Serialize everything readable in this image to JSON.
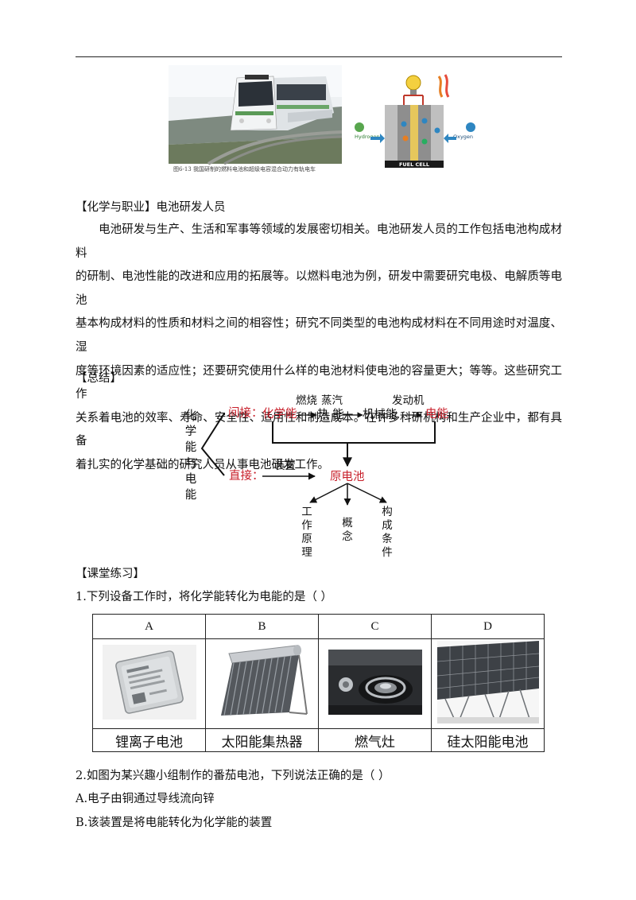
{
  "figure": {
    "caption": "图6-13  我国研制的燃料电池和超级电容混合动力有轨电车",
    "fuel_cell_label": "FUEL CELL",
    "hydrogen_label": "Hydrogen",
    "oxygen_label": "Oxygen"
  },
  "career": {
    "tag": "【化学与职业】",
    "title": "电池研发人员",
    "lines": [
      "电池研发与生产、生活和军事等领域的发展密切相关。电池研发人员的工作包括电池构成材料",
      "的研制、电池性能的改进和应用的拓展等。以燃料电池为例，研发中需要研究电极、电解质等电池",
      "基本构成材料的性质和材料之间的相容性；研究不同类型的电池构成材料在不同用途时对温度、湿",
      "度等环境因素的适应性；还要研究使用什么样的电池材料使电池的容量更大；等等。这些研究工作",
      "关系着电池的效率、寿命、安全性、适用性和制造成本。在许多科研机构和生产企业中，都有具备",
      "着扎实的化学基础的研究人员从事电池研发工作。"
    ]
  },
  "summary": {
    "heading": "【总结】",
    "root": [
      "化",
      "学",
      "能",
      "与",
      "电",
      "能"
    ],
    "indirect": "间接：",
    "direct": "直接：",
    "chem_energy": "化学能",
    "heat_energy": "热 能",
    "mech_energy": "机械能",
    "elec_energy": "电能",
    "burn": "燃烧",
    "steam": "蒸汽",
    "generator": "发动机",
    "device": "装置",
    "primary_cell": "原电池",
    "branches": [
      [
        "工",
        "作",
        "原",
        "理"
      ],
      [
        "概",
        "念"
      ],
      [
        "构",
        "成",
        "条",
        "件"
      ]
    ]
  },
  "practice": {
    "heading": "【课堂练习】",
    "q1": "1.下列设备工作时，将化学能转化为电能的是（        ）",
    "options": [
      {
        "letter": "A",
        "label": "锂离子电池"
      },
      {
        "letter": "B",
        "label": "太阳能集热器"
      },
      {
        "letter": "C",
        "label": "燃气灶"
      },
      {
        "letter": "D",
        "label": "硅太阳能电池"
      }
    ],
    "q2": "2.如图为某兴趣小组制作的番茄电池，下列说法正确的是（        ）",
    "q2_a": "A.电子由铜通过导线流向锌",
    "q2_b": "B.该装置是将电能转化为化学能的装置"
  }
}
